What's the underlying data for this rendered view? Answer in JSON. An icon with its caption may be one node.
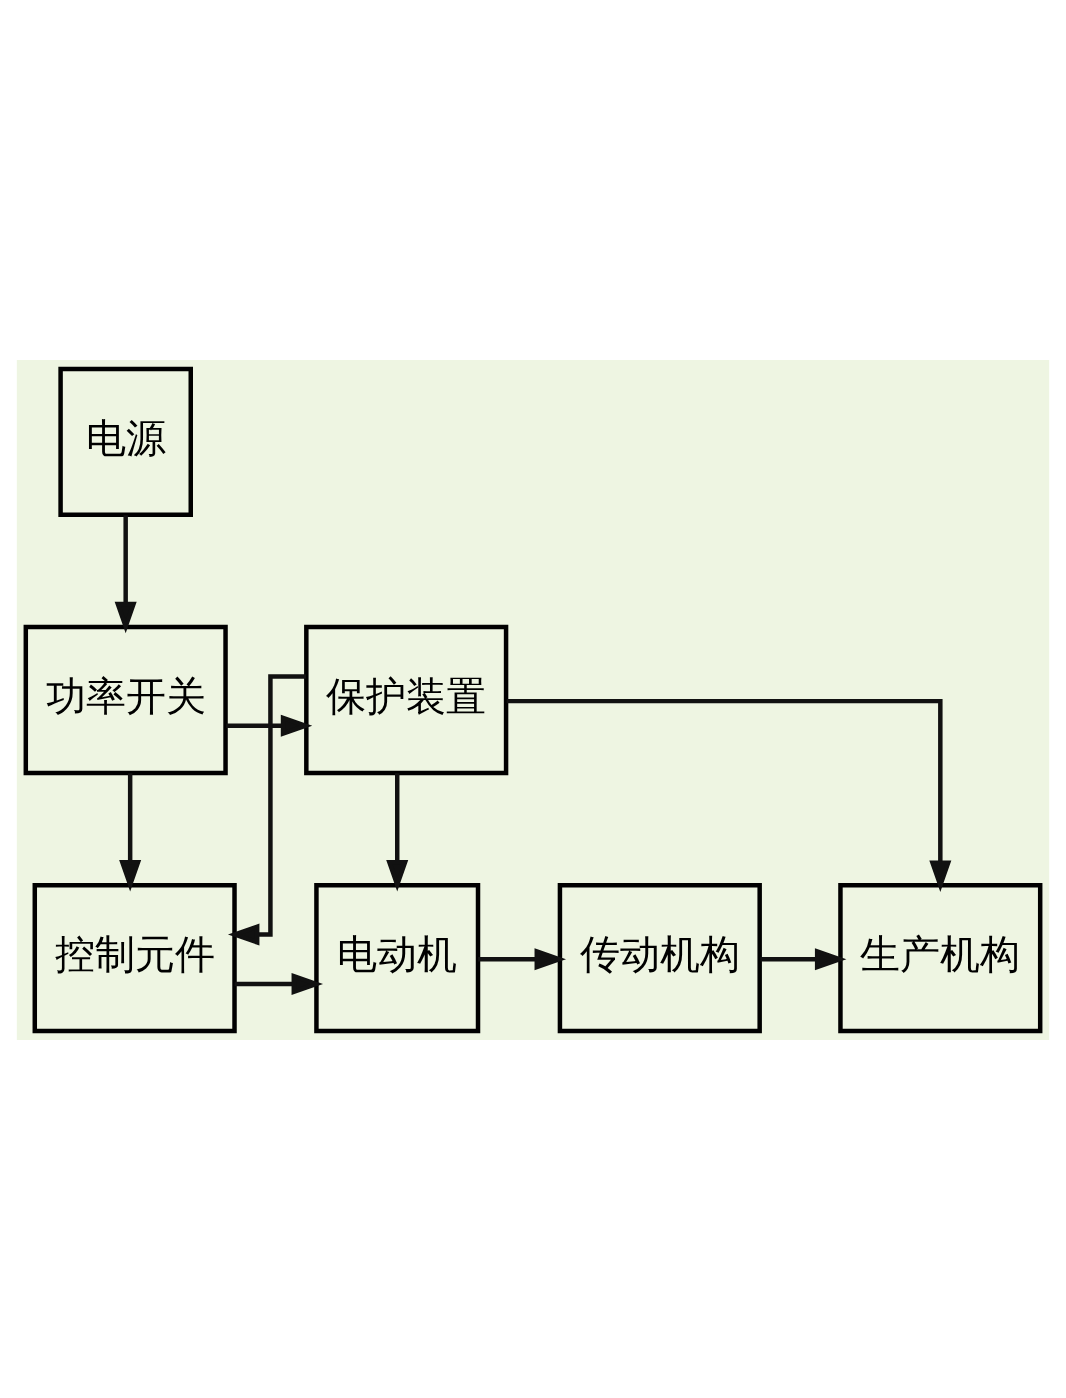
{
  "diagram": {
    "nodes": [
      {
        "text": [
          "电源"
        ]
      },
      {
        "text": [
          "功率开关"
        ]
      },
      {
        "text": [
          "保护装置"
        ]
      },
      {
        "text": [
          "控制元件"
        ]
      },
      {
        "text": [
          "电动机"
        ]
      },
      {
        "text": [
          "传动机构"
        ]
      },
      {
        "text": [
          "生产机构"
        ]
      }
    ],
    "edges": [
      {
        "from": 0,
        "to": 1,
        "arrow": "to"
      },
      {
        "from": 1,
        "to": 2,
        "arrow": "to"
      },
      {
        "from": 1,
        "to": 3,
        "arrow": "to"
      },
      {
        "from": 2,
        "to": 3,
        "arrow": "to"
      },
      {
        "from": 2,
        "to": 4,
        "arrow": "to"
      },
      {
        "from": 2,
        "to": 6,
        "arrow": "to"
      },
      {
        "from": 3,
        "to": 4,
        "arrow": "to"
      },
      {
        "from": 4,
        "to": 5,
        "arrow": "to"
      },
      {
        "from": 5,
        "to": 6,
        "arrow": "to"
      }
    ]
  }
}
